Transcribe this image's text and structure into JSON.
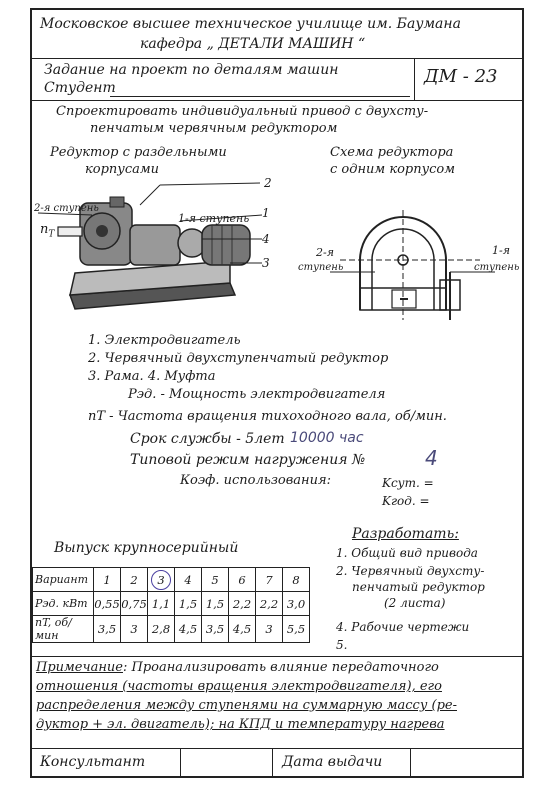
{
  "header": {
    "line1": "Московское высшее техническое училище им. Баумана",
    "line2": "кафедра „ ДЕТАЛИ МАШИН “",
    "task": "Задание на проект по деталям машин",
    "student_label": "Студент",
    "code": "ДМ - 23"
  },
  "assignment": {
    "line1": "Спроектировать индивидуальный привод с двухсту-",
    "line2": "пенчатым червячным редуктором"
  },
  "figures": {
    "left_title1": "Редуктор с раздельными",
    "left_title2": "корпусами",
    "right_title1": "Схема редуктора",
    "right_title2": "с одним корпусом",
    "label_2stage": "2-я ступень",
    "label_1stage": "1-я ступень",
    "label_nt": "n",
    "label_nt_sub": "T",
    "num1": "1",
    "num2": "2",
    "num3": "3",
    "num4": "4",
    "right_2": "2-я",
    "right_2b": "ступень",
    "right_1": "1-я",
    "right_1b": "ступень"
  },
  "legend": {
    "item1": "1. Электродвигатель",
    "item2": "2. Червячный двухступенчатый редуктор",
    "item3": "3. Рама.     4. Муфта",
    "pel": "Pэд. - Мощность электродвигателя",
    "nt": "nT - Частота вращения тихоходного вала, об/мин.",
    "service": "Срок службы - 5лет",
    "service_hand": "10000 час",
    "mode": "Типовой режим нагружения  №",
    "mode_hand": "4",
    "coef": "Коэф. использования:",
    "ksut": "Kсут. =",
    "kgod": "Kгод. ="
  },
  "production": "Выпуск крупносерийный",
  "develop": {
    "title": "Разработать:",
    "item1": "1. Общий вид привода",
    "item2a": "2. Червячный двухсту-",
    "item2b": "пенчатый редуктор",
    "item2c": "(2 листа)",
    "item4": "4. Рабочие чертежи",
    "item5": "5."
  },
  "table": {
    "col0": "Вариант",
    "variants": [
      "1",
      "2",
      "3",
      "4",
      "5",
      "6",
      "7",
      "8"
    ],
    "row1_label": "Pэд. кВт",
    "power": [
      "0,55",
      "0,75",
      "1,1",
      "1,5",
      "1,5",
      "2,2",
      "2,2",
      "3,0"
    ],
    "row2_label": "nT, об/мин",
    "speed": [
      "3,5",
      "3",
      "2,8",
      "4,5",
      "3,5",
      "4,5",
      "3",
      "5,5"
    ],
    "selected_variant": "3"
  },
  "note": {
    "label": "Примечание",
    "line1": ": Проанализировать влияние передаточного",
    "line2": "отношения (частоты вращения электродвигателя), его",
    "line3": "распределения между ступенями на суммарную массу (ре-",
    "line4": "дуктор + эл. двигатель); на КПД и температуру нагрева"
  },
  "footer": {
    "consultant": "Консультант",
    "issue_date": "Дата выдачи"
  }
}
